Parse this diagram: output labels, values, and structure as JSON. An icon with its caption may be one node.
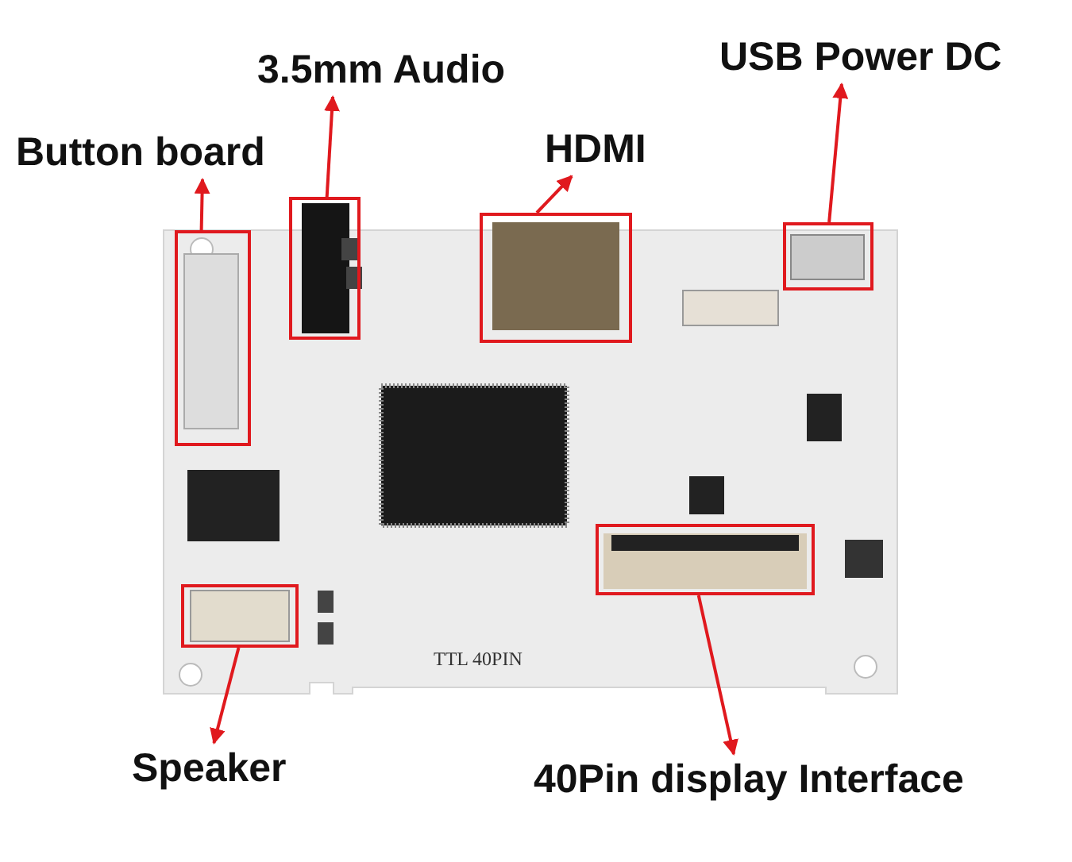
{
  "diagram": {
    "nodes": [
      {
        "text": [
          "3.5mm Audio"
        ]
      },
      {
        "text": [
          "USB Power DC"
        ]
      },
      {
        "text": [
          "Button board"
        ]
      },
      {
        "text": [
          "HDMI"
        ]
      },
      {
        "text": [],
        "shape": "box"
      },
      {
        "text": [],
        "shape": "box"
      },
      {
        "text": [],
        "shape": "box"
      },
      {
        "text": [],
        "shape": "box"
      },
      {
        "text": [],
        "shape": "box"
      },
      {
        "text": [],
        "shape": "box"
      },
      {
        "text": [
          "Speaker"
        ]
      },
      {
        "text": [
          "40Pin display Interface"
        ]
      }
    ],
    "edges": [
      {
        "from": 4,
        "to": 2,
        "arrow": "to"
      },
      {
        "from": 5,
        "to": 0,
        "arrow": "to"
      },
      {
        "from": 6,
        "to": 3,
        "arrow": "to"
      },
      {
        "from": 7,
        "to": 1,
        "arrow": "to"
      },
      {
        "from": 9,
        "to": 10,
        "arrow": "to"
      },
      {
        "from": 8,
        "to": 11,
        "arrow": "to"
      }
    ],
    "labels": [
      "TTL 40PIN"
    ]
  }
}
